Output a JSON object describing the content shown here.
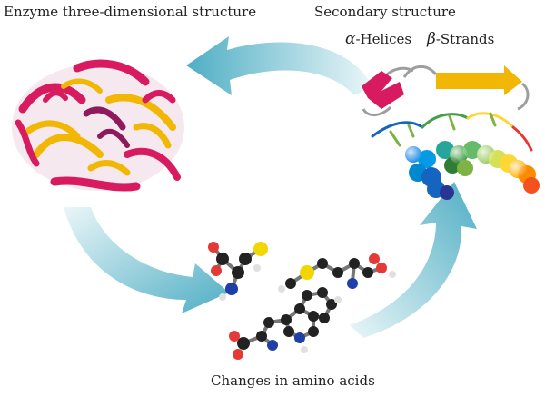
{
  "labels": {
    "enzyme_structure": "Enzyme three-dimensional structure",
    "secondary_structure": "Secondary structure",
    "alpha_symbol": "α",
    "alpha_text": "-Helices",
    "beta_symbol": "β",
    "beta_text": "-Strands",
    "amino_acids": "Changes in amino acids"
  },
  "colors": {
    "arrow_light": "#eaf6f8",
    "arrow_dark": "#4faec4",
    "helix": "#d81b60",
    "strand": "#f2b705",
    "coil": "#9e9e9e",
    "carbon": "#222222",
    "oxygen": "#e53935",
    "nitrogen": "#1e3fa8",
    "hydrogen": "#e0e0e0",
    "sulfur": "#f2d600"
  },
  "icons": [
    "enzyme-3d-structure-image",
    "secondary-structure-image",
    "amino-acid-molecules-image",
    "cycle-arrow"
  ]
}
